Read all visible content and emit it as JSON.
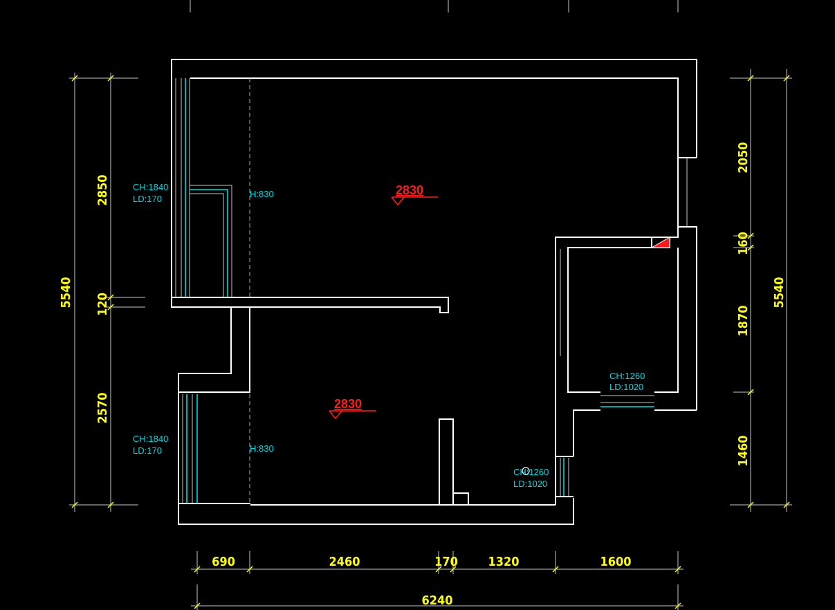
{
  "dimensions": {
    "left_total": "5540",
    "left_upper": "2850",
    "left_mid": "120",
    "left_lower": "2570",
    "right_total": "5540",
    "right_top": "2050",
    "right_mid_small": "160",
    "right_mid": "1870",
    "right_bottom": "1460",
    "bottom_seg_1": "690",
    "bottom_seg_2": "2460",
    "bottom_seg_3": "170",
    "bottom_seg_4": "1320",
    "bottom_seg_5": "1600",
    "bottom_total": "6240"
  },
  "notes": {
    "window_upper_left_ch": "CH:1840",
    "window_upper_left_ld": "LD:170",
    "window_lower_left_ch": "CH:1840",
    "window_lower_left_ld": "LD:170",
    "beam_upper_h": "H:830",
    "beam_lower_h": "H:830",
    "window_right_upper_ch": "CH:1260",
    "window_right_upper_ld": "LD:1020",
    "window_right_lower_ch": "CH:1260",
    "window_right_lower_ld": "LD:1020"
  },
  "elevations": {
    "upper_room": "2830",
    "lower_room": "2830"
  },
  "colors": {
    "background": "#000000",
    "dimension_text": "#ffff00",
    "annotation_text": "#00d8e0",
    "elevation_mark": "#ff1a1a",
    "wall_line": "#ffffff"
  }
}
